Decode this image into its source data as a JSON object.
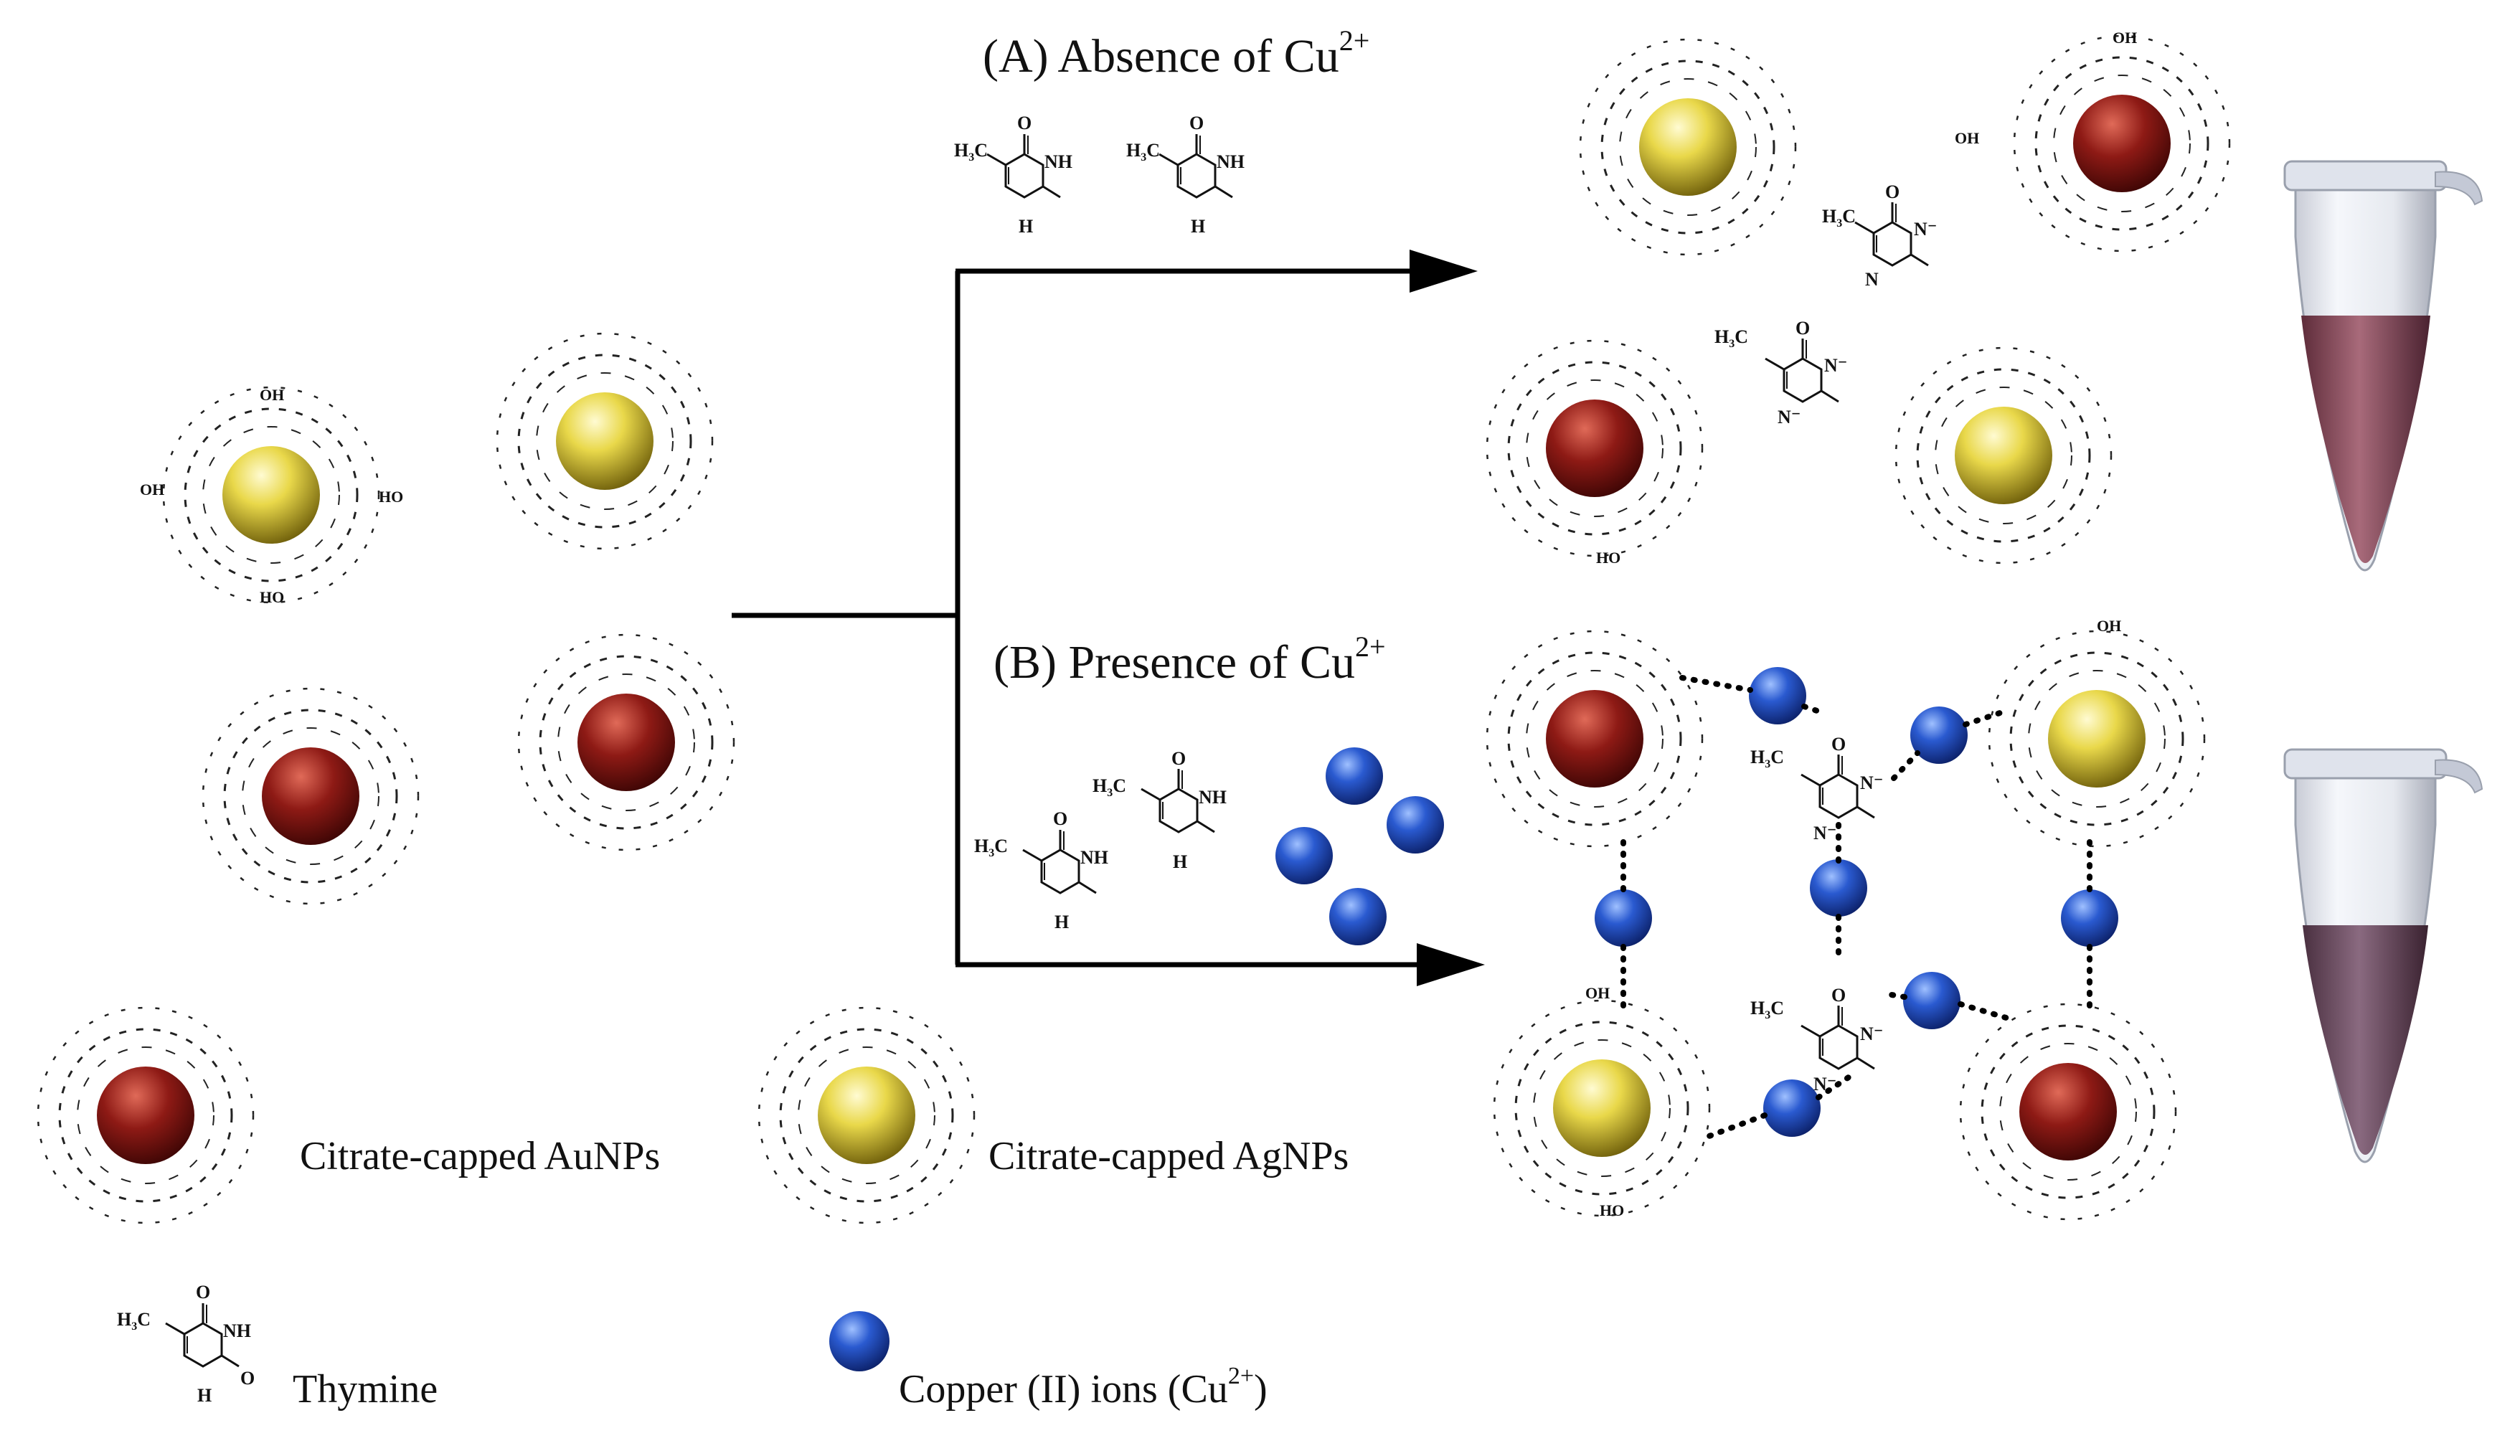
{
  "panel_a": {
    "prefix": "(A) Absence of Cu",
    "sup": "2+"
  },
  "panel_b": {
    "prefix": "(B) Presence of Cu",
    "sup": "2+"
  },
  "legend": {
    "aunp": "Citrate-capped AuNPs",
    "agnp": "Citrate-capped AgNPs",
    "thymine": "Thymine",
    "copper_prefix": "Copper (II) ions (Cu",
    "copper_sup": "2+",
    "copper_suffix": ")"
  },
  "chem": {
    "o": "O",
    "nh": "NH",
    "h": "H",
    "n": "N",
    "n_minus": "N⁻",
    "ch3_c": "H",
    "ch3_sub": "3",
    "ch3_tail": "C",
    "oh": "OH",
    "ho": "HO"
  },
  "colors": {
    "gold_np": "#d7c42c",
    "red_np": "#8e1a15",
    "copper_ion": "#1f48b4",
    "tube_a_liquid": "#8a4a5c",
    "tube_b_liquid": "#6a4a5e"
  },
  "icons": {
    "gold_np": "yellow-nanoparticle-icon",
    "red_np": "red-nanoparticle-icon",
    "copper": "blue-copper-ion-icon",
    "tube": "test-tube-icon"
  }
}
